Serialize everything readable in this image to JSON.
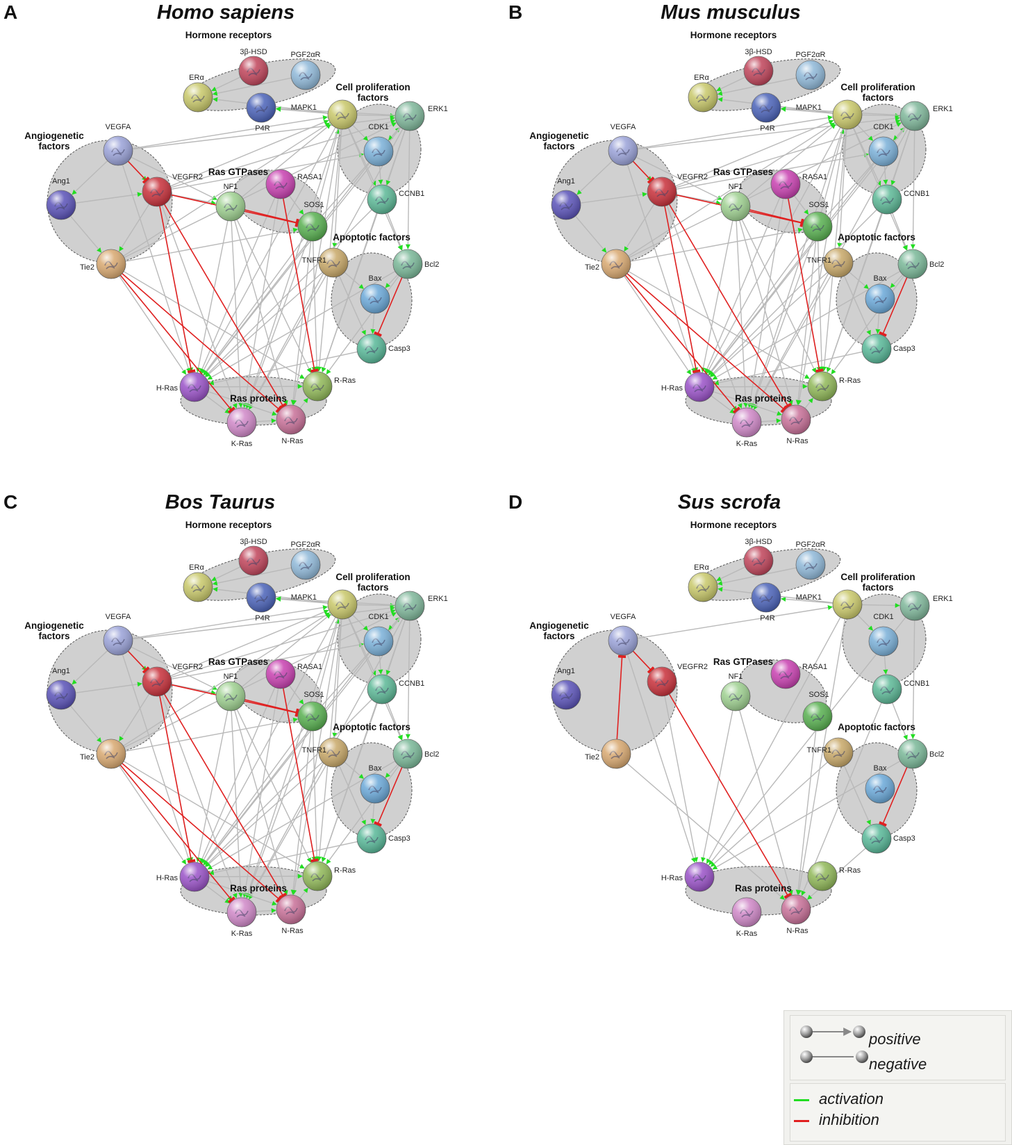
{
  "panels": [
    {
      "letter": "A",
      "title": "Homo sapiens",
      "variant": "full"
    },
    {
      "letter": "B",
      "title": "Mus musculus",
      "variant": "full"
    },
    {
      "letter": "C",
      "title": "Bos Taurus",
      "variant": "full"
    },
    {
      "letter": "D",
      "title": "Sus scrofa",
      "variant": "reduced"
    }
  ],
  "groups": [
    {
      "id": "hormone",
      "label": [
        "Hormone receptors"
      ]
    },
    {
      "id": "cellprolif",
      "label": [
        "Cell proliferation",
        "factors"
      ]
    },
    {
      "id": "angio",
      "label": [
        "Angiogenetic",
        "factors"
      ]
    },
    {
      "id": "rasgtp",
      "label": [
        "Ras GTPases"
      ]
    },
    {
      "id": "apopt",
      "label": [
        "Apoptotic factors"
      ]
    },
    {
      "id": "rasprot",
      "label": [
        "Ras proteins"
      ]
    }
  ],
  "nodes": [
    {
      "id": "3b-HSD",
      "label": "3β-HSD",
      "color": "#c0445a"
    },
    {
      "id": "PGF2aR",
      "label": "PGF2αR",
      "color": "#8fb8d8"
    },
    {
      "id": "ERa",
      "label": "ERα",
      "color": "#c8c86a"
    },
    {
      "id": "P4R",
      "label": "P4R",
      "color": "#4a62b8"
    },
    {
      "id": "MAPK1",
      "label": "MAPK1",
      "color": "#c9c86a"
    },
    {
      "id": "ERK1",
      "label": "ERK1",
      "color": "#7fb79a"
    },
    {
      "id": "CDK1",
      "label": "CDK1",
      "color": "#7ab0d8"
    },
    {
      "id": "CCNB1",
      "label": "CCNB1",
      "color": "#5cb896"
    },
    {
      "id": "VEGFA",
      "label": "VEGFA",
      "color": "#9aa2d8"
    },
    {
      "id": "VEGFR2",
      "label": "VEGFR2",
      "color": "#c8303a"
    },
    {
      "id": "Ang1",
      "label": "Ang1",
      "color": "#5a52b8"
    },
    {
      "id": "Tie2",
      "label": "Tie2",
      "color": "#d8a870"
    },
    {
      "id": "NF1",
      "label": "NF1",
      "color": "#9ed090"
    },
    {
      "id": "RASA1",
      "label": "RASA1",
      "color": "#c840b0"
    },
    {
      "id": "SOS1",
      "label": "SOS1",
      "color": "#58b050"
    },
    {
      "id": "TNFR1",
      "label": "TNFR1",
      "color": "#c8a868"
    },
    {
      "id": "Bcl2",
      "label": "Bcl2",
      "color": "#7ab898"
    },
    {
      "id": "Bax",
      "label": "Bax",
      "color": "#6aa8d8"
    },
    {
      "id": "Casp3",
      "label": "Casp3",
      "color": "#58b898"
    },
    {
      "id": "H-Ras",
      "label": "H-Ras",
      "color": "#9a52c8"
    },
    {
      "id": "R-Ras",
      "label": "R-Ras",
      "color": "#90b858"
    },
    {
      "id": "K-Ras",
      "label": "K-Ras",
      "color": "#d088c8"
    },
    {
      "id": "N-Ras",
      "label": "N-Ras",
      "color": "#c87098"
    }
  ],
  "edge_types": {
    "gray": "#b9b9b9",
    "red": "#e02020",
    "arrow": "#22dd22"
  },
  "legend": {
    "positive": "positive",
    "negative": "negative",
    "activation": "activation",
    "inhibition": "inhibition",
    "activation_color": "#22dd22",
    "inhibition_color": "#e02020"
  }
}
